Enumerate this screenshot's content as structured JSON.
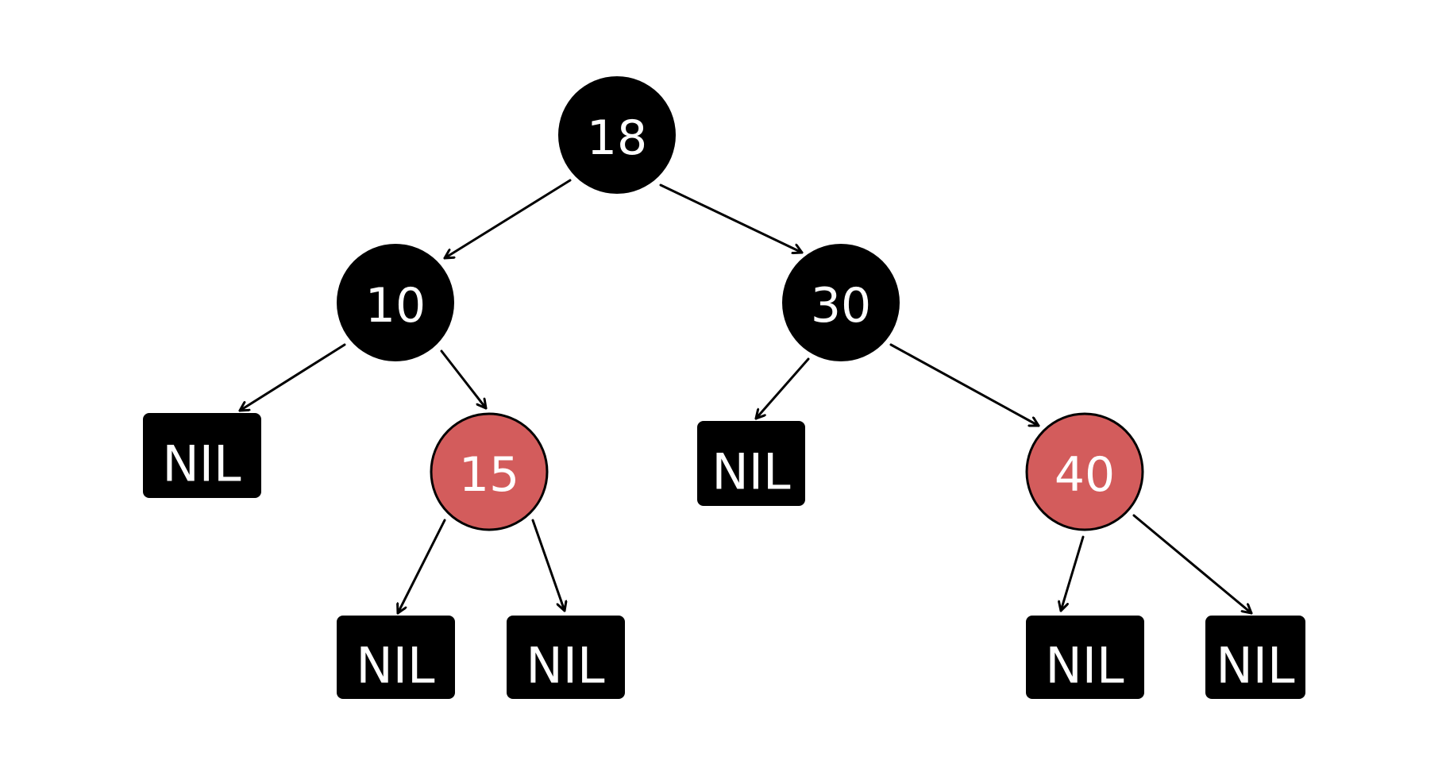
{
  "colors": {
    "black_node": "#000000",
    "red_node": "#d35c5c",
    "node_text": "#ffffff",
    "edge": "#000000"
  },
  "nodes": {
    "n18": {
      "label": "18",
      "color": "black"
    },
    "n10": {
      "label": "10",
      "color": "black"
    },
    "n30": {
      "label": "30",
      "color": "black"
    },
    "n15": {
      "label": "15",
      "color": "red"
    },
    "n40": {
      "label": "40",
      "color": "red"
    }
  },
  "nil_label": "NIL",
  "edges": [
    {
      "from": "n18",
      "to": "n10"
    },
    {
      "from": "n18",
      "to": "n30"
    },
    {
      "from": "n10",
      "to": "nil1"
    },
    {
      "from": "n10",
      "to": "n15"
    },
    {
      "from": "n30",
      "to": "nil2"
    },
    {
      "from": "n30",
      "to": "n40"
    },
    {
      "from": "n15",
      "to": "nil3"
    },
    {
      "from": "n15",
      "to": "nil4"
    },
    {
      "from": "n40",
      "to": "nil5"
    },
    {
      "from": "n40",
      "to": "nil6"
    }
  ]
}
